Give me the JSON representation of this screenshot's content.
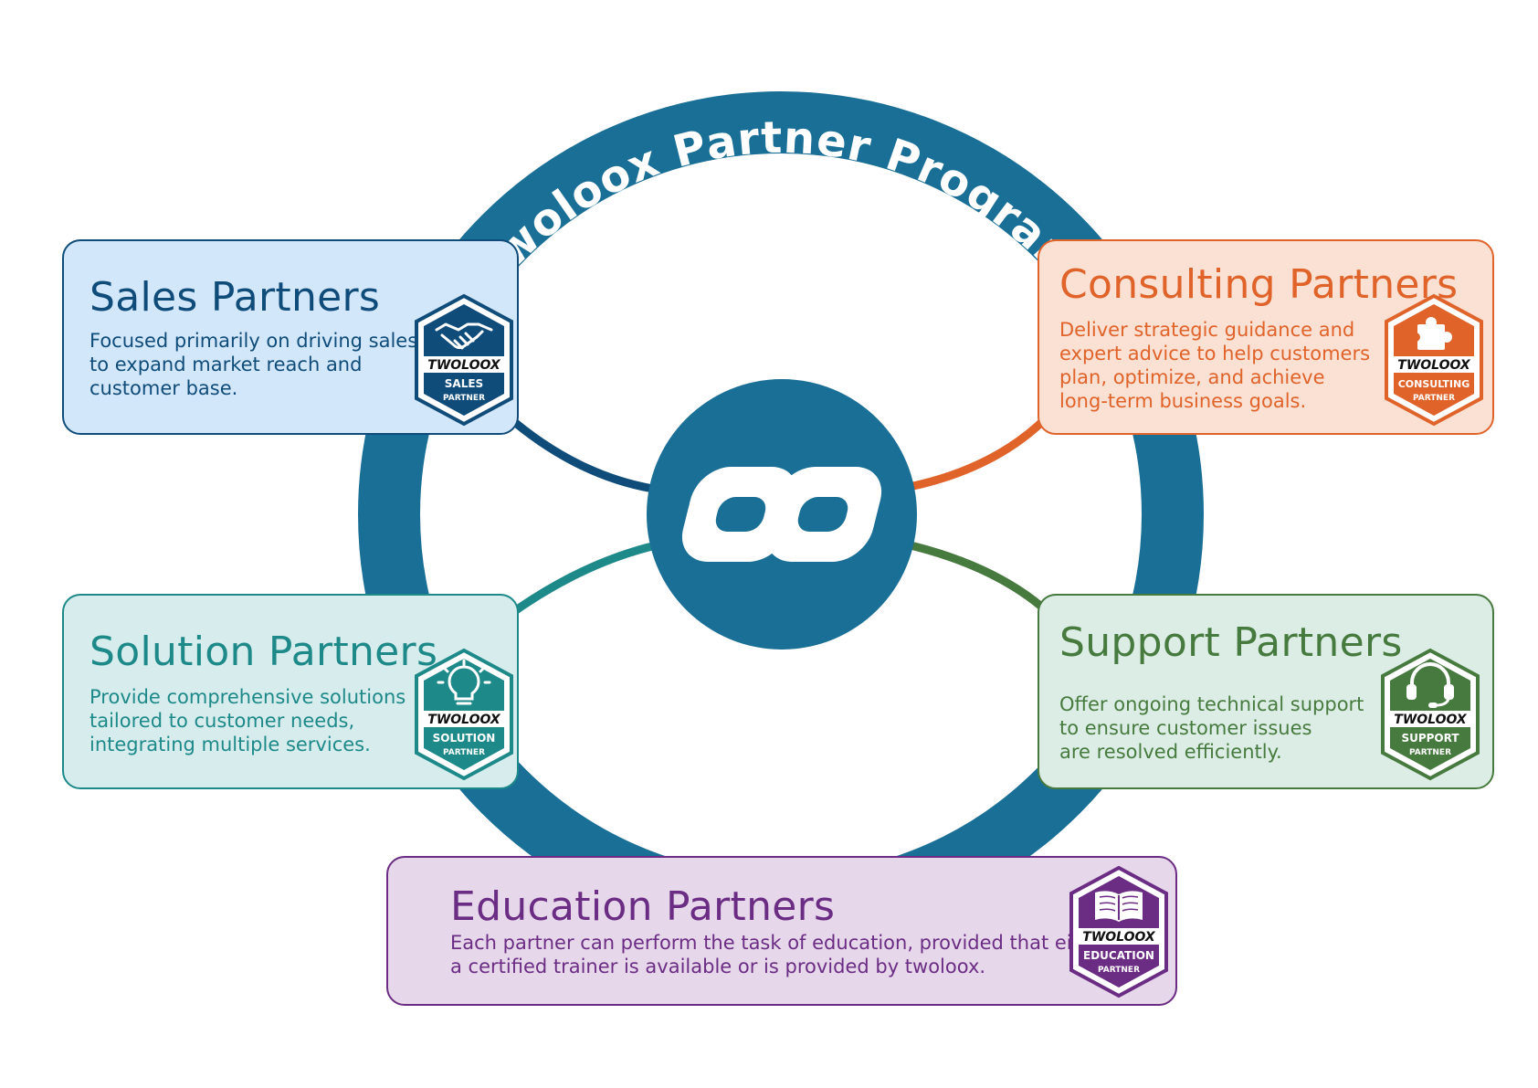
{
  "title": "twoloox Partner Program",
  "colors": {
    "ring": "#1a6f96",
    "sales": "#0f4c7a",
    "consulting": "#e0632a",
    "solution": "#1d8989",
    "support": "#477a3e",
    "education": "#6b2c84"
  },
  "center_logo": {
    "icon": "twoloox-infinity-logo-icon"
  },
  "partners": {
    "sales": {
      "title": "Sales Partners",
      "description": [
        "Focused primarily on driving sales",
        "to expand market reach and",
        "customer base."
      ],
      "badge": {
        "brand": "TWOLOOX",
        "line1": "SALES",
        "line2": "PARTNER",
        "icon": "handshake-icon"
      }
    },
    "consulting": {
      "title": "Consulting Partners",
      "description": [
        "Deliver strategic guidance and",
        "expert advice to help customers",
        "plan, optimize, and achieve",
        "long-term business goals."
      ],
      "badge": {
        "brand": "TWOLOOX",
        "line1": "CONSULTING",
        "line2": "PARTNER",
        "icon": "puzzle-piece-icon"
      }
    },
    "solution": {
      "title": "Solution Partners",
      "description": [
        "Provide comprehensive solutions",
        "tailored to customer needs,",
        "integrating multiple services."
      ],
      "badge": {
        "brand": "TWOLOOX",
        "line1": "SOLUTION",
        "line2": "PARTNER",
        "icon": "lightbulb-icon"
      }
    },
    "support": {
      "title": "Support Partners",
      "description": [
        "Offer ongoing technical support",
        "to ensure customer issues",
        "are resolved efficiently."
      ],
      "badge": {
        "brand": "TWOLOOX",
        "line1": "SUPPORT",
        "line2": "PARTNER",
        "icon": "headset-icon"
      }
    },
    "education": {
      "title": "Education Partners",
      "description": [
        "Each partner can perform the task of education, provided that either",
        "a certified trainer is available or is provided by twoloox."
      ],
      "badge": {
        "brand": "TWOLOOX",
        "line1": "EDUCATION",
        "line2": "PARTNER",
        "icon": "open-book-icon"
      }
    }
  }
}
